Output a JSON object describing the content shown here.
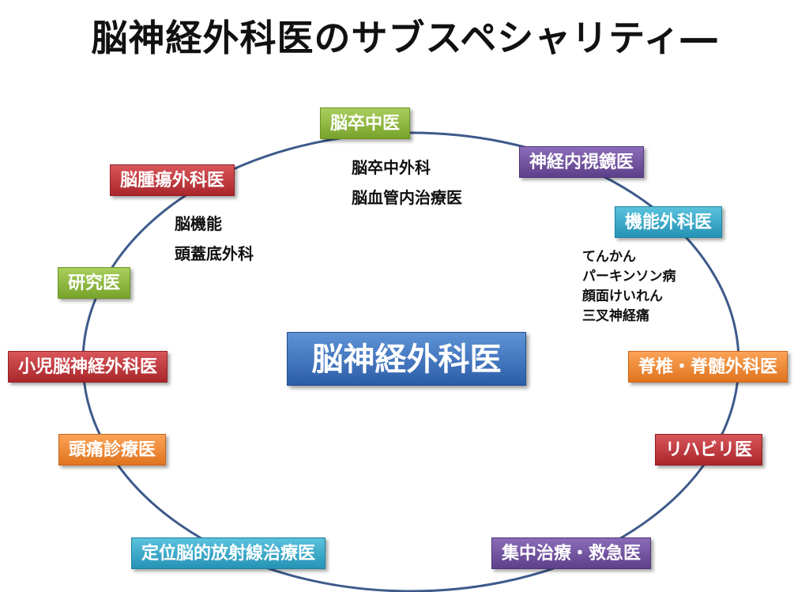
{
  "title": "脳神経外科医のサブスペシャリティ―",
  "center": "脳神経外科医",
  "nodes": {
    "stroke": "脳卒中医",
    "neuroendoscopy": "神経内視鏡医",
    "functional": "機能外科医",
    "spine": "脊椎・脊髄外科医",
    "rehab": "リハビリ医",
    "intensive": "集中治療・救急医",
    "radiosurgery": "定位脳的放射線治療医",
    "headache": "頭痛診療医",
    "pediatric": "小児脳神経外科医",
    "research": "研究医",
    "tumor": "脳腫瘍外科医"
  },
  "notes": {
    "stroke": [
      "脳卒中外科",
      "脳血管内治療医"
    ],
    "tumor": [
      "脳機能",
      "頭蓋底外科"
    ],
    "functional": [
      "てんかん",
      "パーキンソン病",
      "顔面けいれん",
      "三叉神経痛"
    ]
  },
  "colors": {
    "green": "#78a32b",
    "purple": "#5d3f8a",
    "red": "#a9262b",
    "cyan": "#2593b6",
    "orange": "#e0741f",
    "center": "#2c5ea8",
    "ring": "#3d5a8a"
  }
}
